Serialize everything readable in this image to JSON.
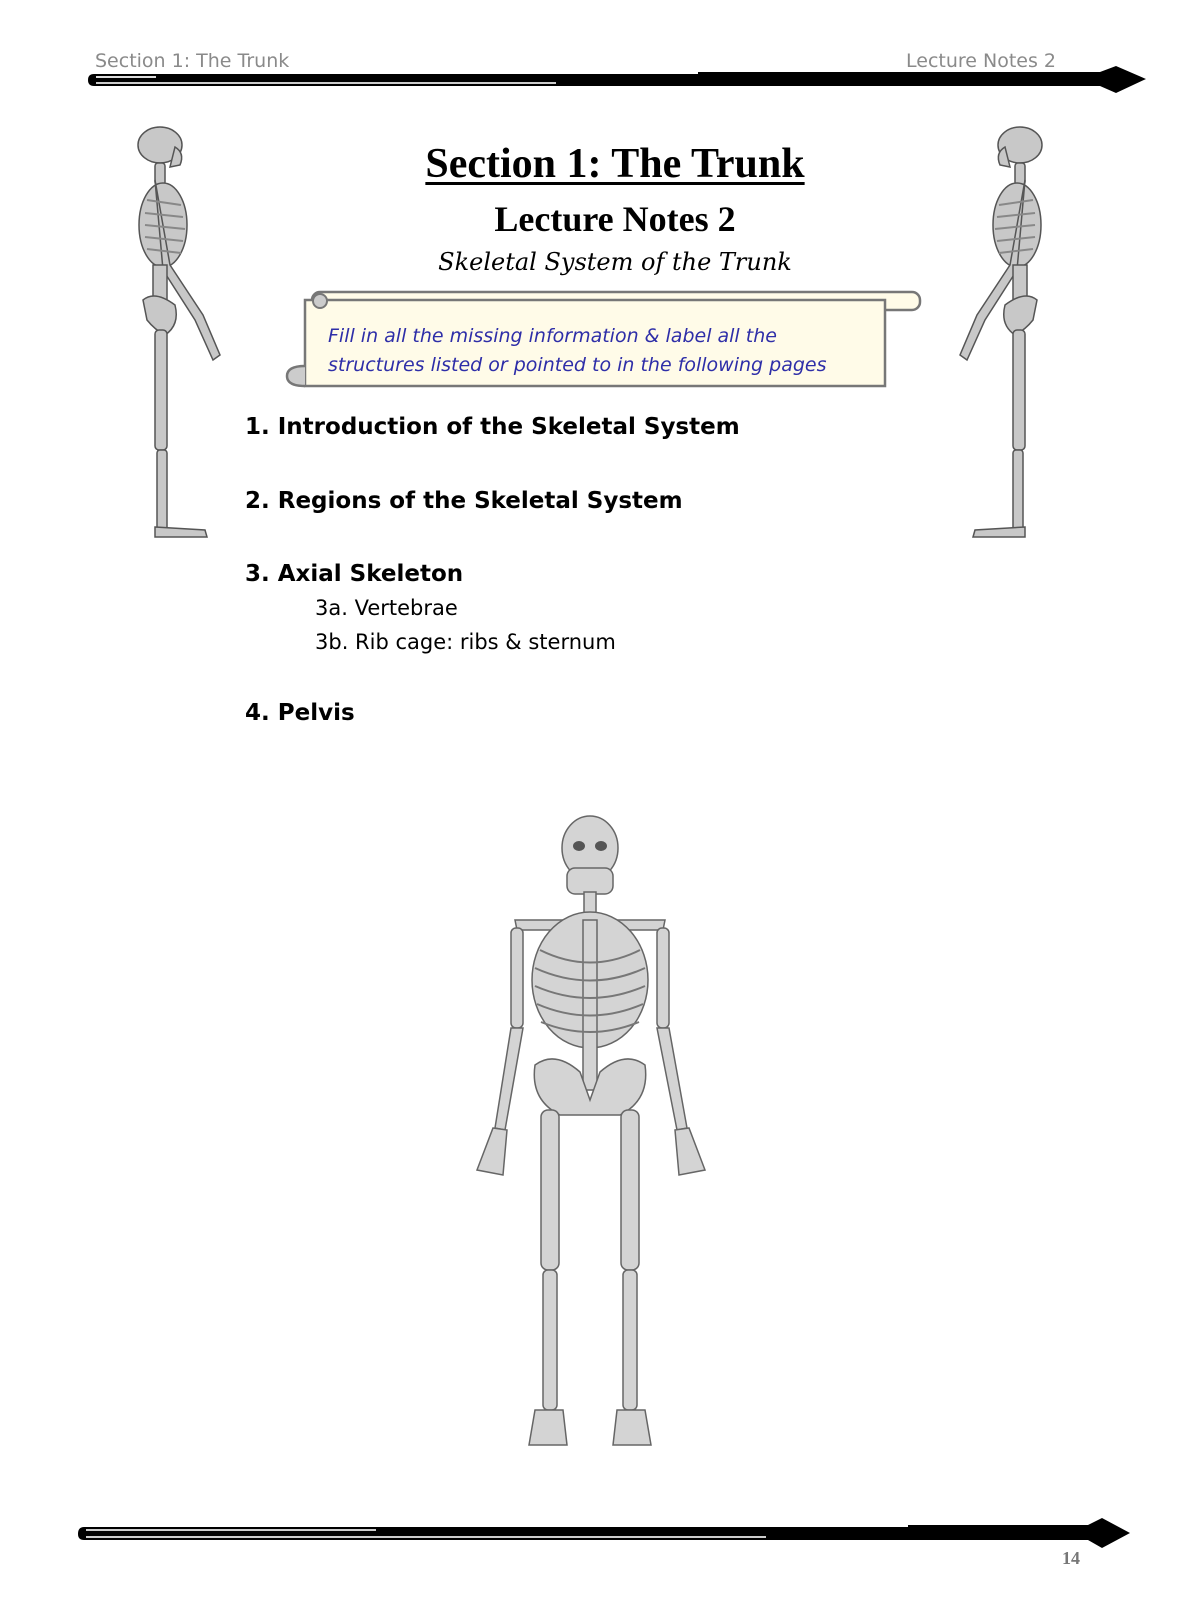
{
  "header": {
    "left": "Section 1: The Trunk",
    "right": "Lecture Notes 2"
  },
  "title": {
    "section": "Section 1: The Trunk",
    "lecture": "Lecture Notes 2",
    "subtitle": "Skeletal System of the Trunk"
  },
  "instruction_scroll": {
    "line1": "Fill in all the missing information & label all the",
    "line2": "structures listed or pointed to in the following pages",
    "text_color": "#2e2ea8",
    "bg_color": "#fffbe8"
  },
  "outline": [
    {
      "label": "1. Introduction of the Skeletal System"
    },
    {
      "label": "2. Regions of the Skeletal System"
    },
    {
      "label": "3. Axial Skeleton",
      "sub": [
        "3a. Vertebrae",
        "3b. Rib cage: ribs & sternum"
      ]
    },
    {
      "label": "4. Pelvis"
    }
  ],
  "images": {
    "left": "skeleton-lateral-view-facing-right",
    "right": "skeleton-lateral-view-facing-left",
    "bottom": "skeleton-anterior-view"
  },
  "footer": {
    "page_number": "14"
  }
}
